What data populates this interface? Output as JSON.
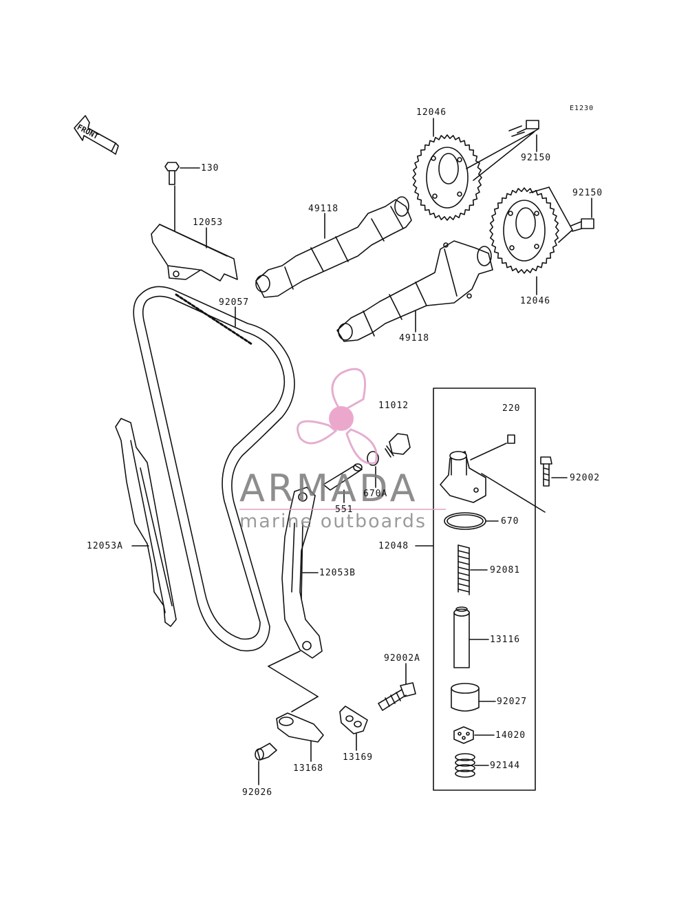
{
  "diagram_code": "E1230",
  "front_label": "FRONT",
  "watermark": {
    "brand": "ARMADA",
    "tagline": "marine outboards"
  },
  "parts": [
    {
      "id": "p12046a",
      "text": "12046"
    },
    {
      "id": "p92150a",
      "text": "92150"
    },
    {
      "id": "p92150b",
      "text": "92150"
    },
    {
      "id": "p130",
      "text": "130"
    },
    {
      "id": "p12053",
      "text": "12053"
    },
    {
      "id": "p49118a",
      "text": "49118"
    },
    {
      "id": "p12046b",
      "text": "12046"
    },
    {
      "id": "p92057",
      "text": "92057"
    },
    {
      "id": "p49118b",
      "text": "49118"
    },
    {
      "id": "p11012",
      "text": "11012"
    },
    {
      "id": "p220",
      "text": "220"
    },
    {
      "id": "p92002",
      "text": "92002"
    },
    {
      "id": "p670A",
      "text": "670A"
    },
    {
      "id": "p551",
      "text": "551"
    },
    {
      "id": "p670",
      "text": "670"
    },
    {
      "id": "p12048",
      "text": "12048"
    },
    {
      "id": "p12053A",
      "text": "12053A"
    },
    {
      "id": "p12053B",
      "text": "12053B"
    },
    {
      "id": "p92081",
      "text": "92081"
    },
    {
      "id": "p13116",
      "text": "13116"
    },
    {
      "id": "p92002A",
      "text": "92002A"
    },
    {
      "id": "p92027",
      "text": "92027"
    },
    {
      "id": "p14020",
      "text": "14020"
    },
    {
      "id": "p92144",
      "text": "92144"
    },
    {
      "id": "p13169",
      "text": "13169"
    },
    {
      "id": "p13168",
      "text": "13168"
    },
    {
      "id": "p92026",
      "text": "92026"
    }
  ]
}
